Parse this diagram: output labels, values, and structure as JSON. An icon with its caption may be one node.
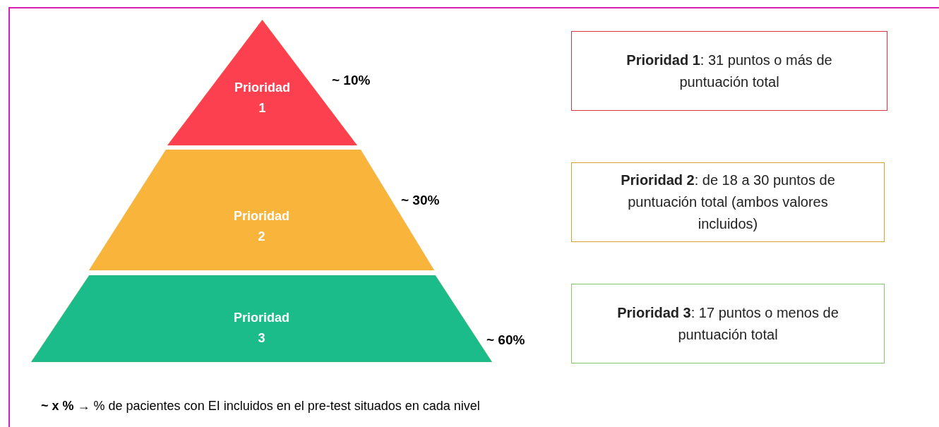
{
  "diagram": {
    "nodes": [
      {
        "text": [
          "Prioridad 1"
        ],
        "beside": [
          "~ 10%"
        ]
      },
      {
        "text": [
          "Prioridad 2"
        ],
        "beside": [
          "~ 30%"
        ]
      },
      {
        "text": [
          "Prioridad 3"
        ],
        "beside": [
          "~ 60%"
        ]
      },
      {
        "text": [
          "**Prioridad 1**: 31 puntos o más de puntuación total"
        ]
      },
      {
        "text": [
          "**Prioridad 2**: de 18 a 30 puntos de puntuación total (ambos valores incluidos)"
        ]
      },
      {
        "text": [
          "**Prioridad 3**: 17 puntos o menos de puntuación total"
        ]
      }
    ],
    "labels": [
      "**~  x % →** % de pacientes con EI incluidos en el pre-test situados en cada nivel"
    ]
  }
}
